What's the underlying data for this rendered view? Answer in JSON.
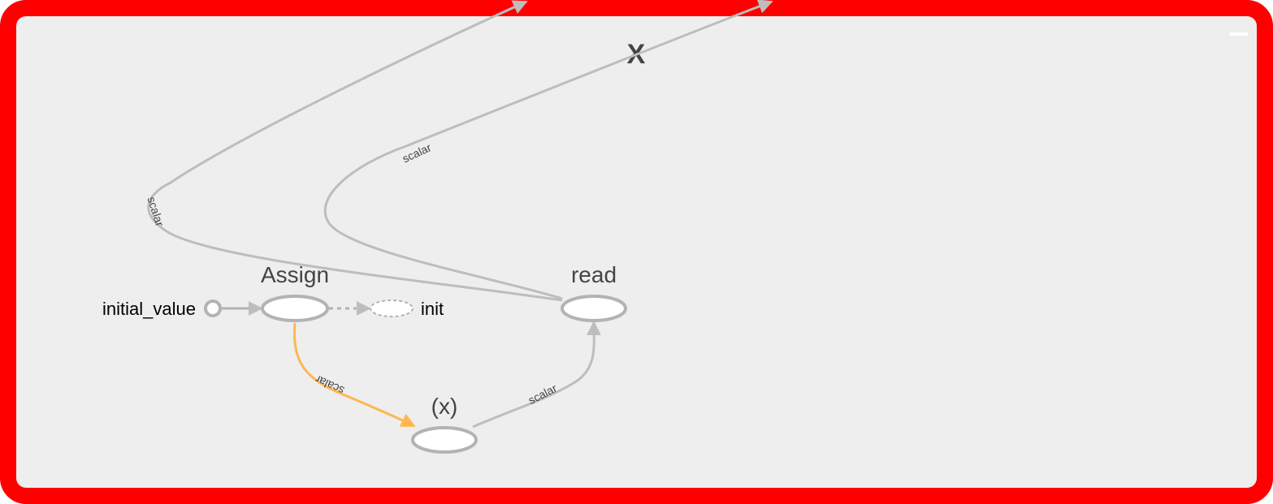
{
  "group": {
    "title": "X",
    "collapse_symbol": "—"
  },
  "nodes": {
    "assign": {
      "label": "Assign"
    },
    "read": {
      "label": "read"
    },
    "x_op": {
      "label": "(x)"
    },
    "initial_value": {
      "label": "initial_value"
    },
    "init": {
      "label": "init"
    }
  },
  "edges": {
    "scalar_left_top": "scalar",
    "scalar_right_top": "scalar",
    "scalar_assign_x": "scalar",
    "scalar_x_read": "scalar"
  },
  "colors": {
    "frame": "#ff0000",
    "panel": "#eeeeee",
    "edge": "#bdbdbd",
    "highlight_edge": "#ffb74d",
    "node_stroke": "#b3b3b3",
    "node_fill": "#ffffff",
    "text_dark": "#444444",
    "text_black": "#000000"
  }
}
